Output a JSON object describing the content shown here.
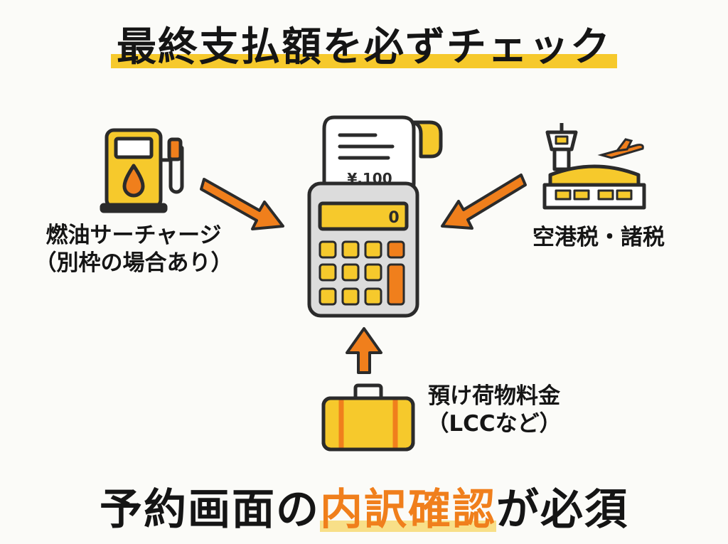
{
  "title": "最終支払額を必ずチェック",
  "receipt": {
    "amount": "¥,100"
  },
  "calculator": {
    "display": "0"
  },
  "fuel": {
    "line1": "燃油サーチャージ",
    "line2": "（別枠の場合あり）"
  },
  "airport": {
    "label": "空港税・諸税"
  },
  "baggage": {
    "line1": "預け荷物料金",
    "line2": "（LCCなど）"
  },
  "bottom": {
    "pre": "予約画面の",
    "highlight": "内訳確認",
    "post": "が必須"
  },
  "colors": {
    "accent_yellow": "#f6c92c",
    "accent_orange": "#f07f1c",
    "outline": "#2b2b2b"
  }
}
